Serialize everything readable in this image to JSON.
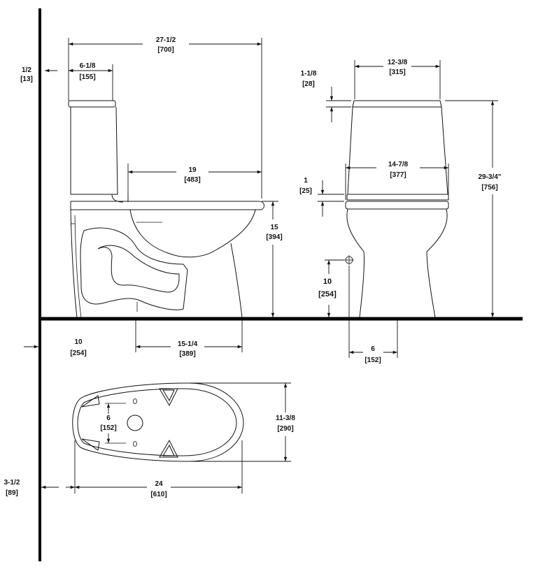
{
  "dimensions": {
    "overall_depth": {
      "imperial": "27-1/2",
      "metric": "[700]"
    },
    "wall_gap": {
      "imperial": "1/2",
      "metric": "[13]"
    },
    "tank_depth": {
      "imperial": "6-1/8",
      "metric": "[155]"
    },
    "seat_depth": {
      "imperial": "19",
      "metric": "[483]"
    },
    "seat_height": {
      "imperial": "15",
      "metric": "[394]"
    },
    "outlet_to_front": {
      "imperial": "15-1/4",
      "metric": "[389]"
    },
    "rough_in": {
      "imperial": "10",
      "metric": "[254]"
    },
    "tank_width": {
      "imperial": "12-3/8",
      "metric": "[315]"
    },
    "lid_thickness": {
      "imperial": "1-1/8",
      "metric": "[28]"
    },
    "bowl_width": {
      "imperial": "14-7/8",
      "metric": "[377]"
    },
    "seat_thickness": {
      "imperial": "1",
      "metric": "[25]"
    },
    "overall_height": {
      "imperial": "29-3/4\"",
      "metric": "[756]"
    },
    "supply_height": {
      "imperial": "10",
      "metric": "[254]"
    },
    "supply_offset": {
      "imperial": "6",
      "metric": "[152]"
    },
    "base_width": {
      "imperial": "11-3/8",
      "metric": "[290]"
    },
    "bolt_spacing": {
      "imperial": "6",
      "metric": "[152]"
    },
    "base_length": {
      "imperial": "24",
      "metric": "[610]"
    },
    "base_wall_gap": {
      "imperial": "3-1/2",
      "metric": "[89]"
    }
  }
}
